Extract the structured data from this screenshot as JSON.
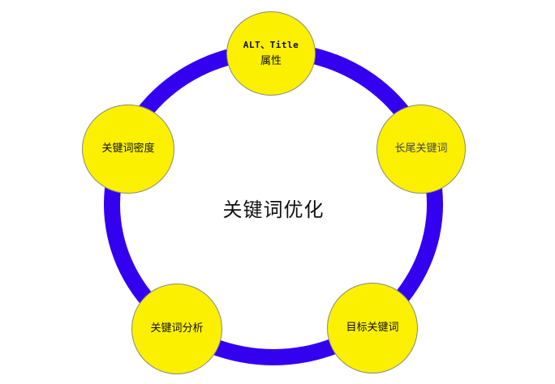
{
  "diagram": {
    "center_title": "关键词优化",
    "nodes": {
      "top": {
        "line1": "ALT、Title",
        "line2": "属性"
      },
      "right": {
        "label": "长尾关键词"
      },
      "left": {
        "label": "关键词密度"
      },
      "bottom_left": {
        "label": "关键词分析"
      },
      "bottom_right": {
        "label": "目标关键词"
      }
    }
  },
  "colors": {
    "ring": "#3300f0",
    "node_fill": "#fbf000",
    "text": "#111111"
  }
}
